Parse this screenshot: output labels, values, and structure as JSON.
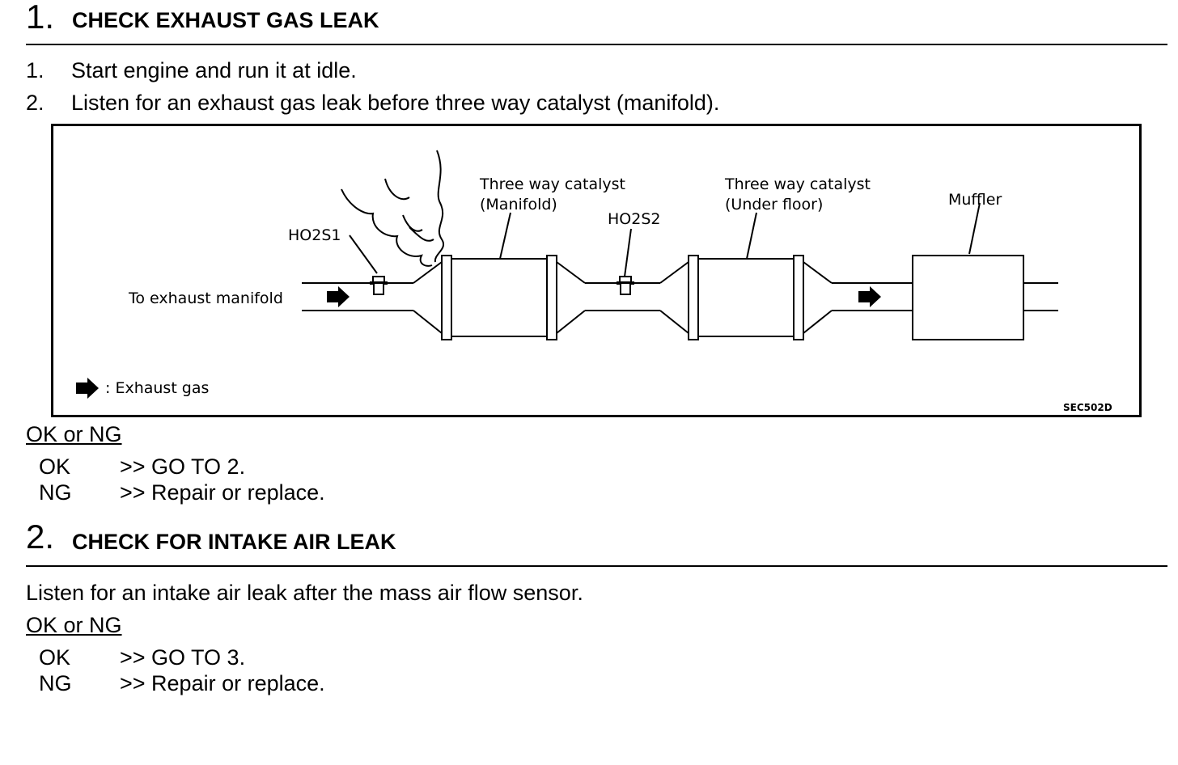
{
  "step1": {
    "number": "1.",
    "title": "CHECK EXHAUST GAS LEAK",
    "instructions": [
      {
        "num": "1.",
        "text": "Start engine and run it at idle."
      },
      {
        "num": "2.",
        "text": "Listen for an exhaust gas leak before three way catalyst (manifold)."
      }
    ],
    "figure": {
      "label_ho2s1": "HO2S1",
      "label_twc_manifold_1": "Three way catalyst",
      "label_twc_manifold_2": "(Manifold)",
      "label_ho2s2": "HO2S2",
      "label_twc_underfloor_1": "Three way catalyst",
      "label_twc_underfloor_2": "(Under floor)",
      "label_muffler": "Muffler",
      "label_to_manifold": "To exhaust manifold",
      "legend_text": ": Exhaust gas",
      "figure_code": "SEC502D"
    },
    "result_heading": "OK or NG",
    "results": [
      {
        "key": "OK",
        "action": ">> GO TO 2."
      },
      {
        "key": "NG",
        "action": ">> Repair or replace."
      }
    ]
  },
  "step2": {
    "number": "2.",
    "title": "CHECK FOR INTAKE AIR LEAK",
    "text": "Listen for an intake air leak after the mass air flow sensor.",
    "result_heading": "OK or NG",
    "results": [
      {
        "key": "OK",
        "action": ">> GO TO 3."
      },
      {
        "key": "NG",
        "action": ">> Repair or replace."
      }
    ]
  }
}
